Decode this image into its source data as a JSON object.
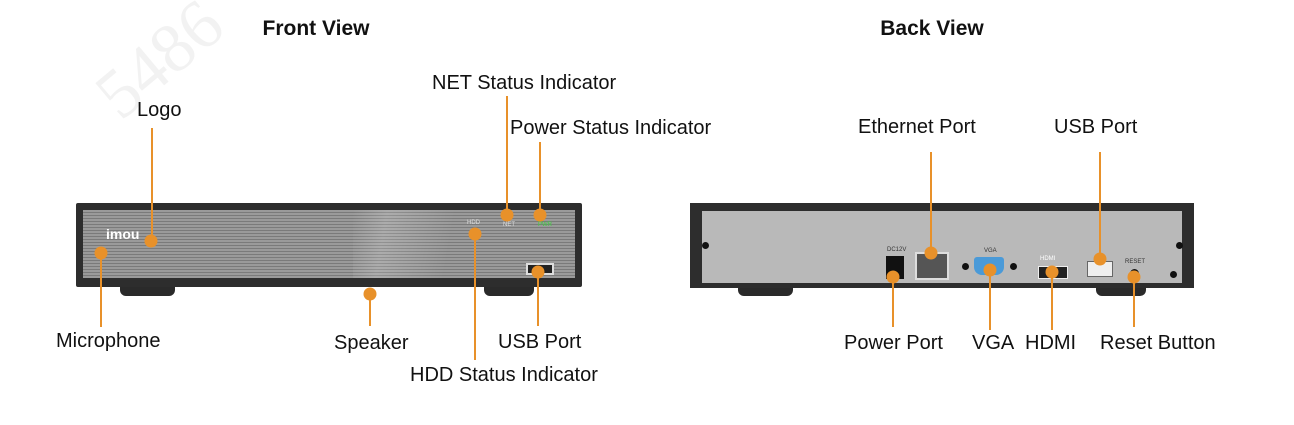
{
  "watermark": "5486",
  "front": {
    "title": "Front View",
    "logo_text": "imou",
    "panel_marks": {
      "hdd": "HDD",
      "net": "NET",
      "pwr": "PWR"
    },
    "labels": {
      "logo": "Logo",
      "net": "NET Status Indicator",
      "power": "Power Status Indicator",
      "microphone": "Microphone",
      "speaker": "Speaker",
      "hdd": "HDD Status Indicator",
      "usb": "USB Port"
    }
  },
  "back": {
    "title": "Back View",
    "panel_marks": {
      "dc": "DC12V",
      "vga": "VGA",
      "hdmi": "HDMI",
      "reset": "RESET"
    },
    "labels": {
      "ethernet": "Ethernet Port",
      "usb": "USB Port",
      "power": "Power Port",
      "vga": "VGA",
      "hdmi": "HDMI",
      "reset": "Reset Button"
    }
  },
  "colors": {
    "callout": "#e8912a",
    "pwr_led": "#3fcf3f",
    "vga": "#4a9ad8"
  }
}
